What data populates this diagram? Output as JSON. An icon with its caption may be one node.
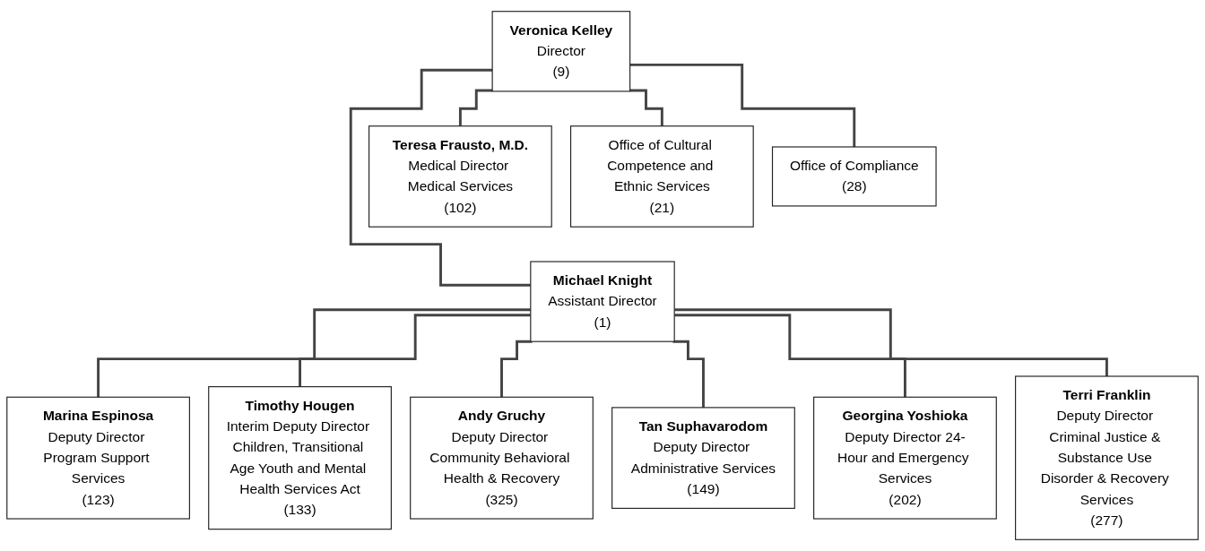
{
  "diagram": {
    "nodes": [
      {
        "text": [
          "Veronica Kelley",
          "Director",
          "(9)"
        ]
      },
      {
        "text": [
          "Teresa Frausto, M.D.",
          "Medical Director Medical Services",
          "(102)"
        ]
      },
      {
        "text": [
          "Office of Cultural Competence and Ethnic Services",
          "(21)"
        ]
      },
      {
        "text": [
          "Office of Compliance",
          "(28)"
        ]
      },
      {
        "text": [
          "Michael Knight",
          "Assistant Director",
          "(1)"
        ]
      },
      {
        "text": [
          "Marina Espinosa",
          "Deputy Director Program Support Services",
          "(123)"
        ]
      },
      {
        "text": [
          "Timothy Hougen",
          "Interim Deputy Director Children, Transitional Age Youth and Mental Health Services Act",
          "(133)"
        ]
      },
      {
        "text": [
          "Andy Gruchy",
          "Deputy Director Community Behavioral Health & Recovery",
          "(325)"
        ]
      },
      {
        "text": [
          "Tan Suphavarodom",
          "Deputy Director Administrative Services",
          "(149)"
        ]
      },
      {
        "text": [
          "Georgina Yoshioka",
          "Deputy Director 24-Hour and Emergency Services",
          "(202)"
        ]
      },
      {
        "text": [
          "Terri Franklin",
          "Deputy Director Criminal Justice & Substance Use Disorder & Recovery Services",
          "(277)"
        ]
      }
    ],
    "edges": [
      {
        "from": 0,
        "to": 1,
        "arrow": "none"
      },
      {
        "from": 0,
        "to": 2,
        "arrow": "none"
      },
      {
        "from": 0,
        "to": 3,
        "arrow": "none"
      },
      {
        "from": 0,
        "to": 4,
        "arrow": "none"
      },
      {
        "from": 4,
        "to": 5,
        "arrow": "none"
      },
      {
        "from": 4,
        "to": 6,
        "arrow": "none"
      },
      {
        "from": 4,
        "to": 7,
        "arrow": "none"
      },
      {
        "from": 4,
        "to": 8,
        "arrow": "none"
      },
      {
        "from": 4,
        "to": 9,
        "arrow": "none"
      },
      {
        "from": 4,
        "to": 10,
        "arrow": "none"
      }
    ]
  }
}
